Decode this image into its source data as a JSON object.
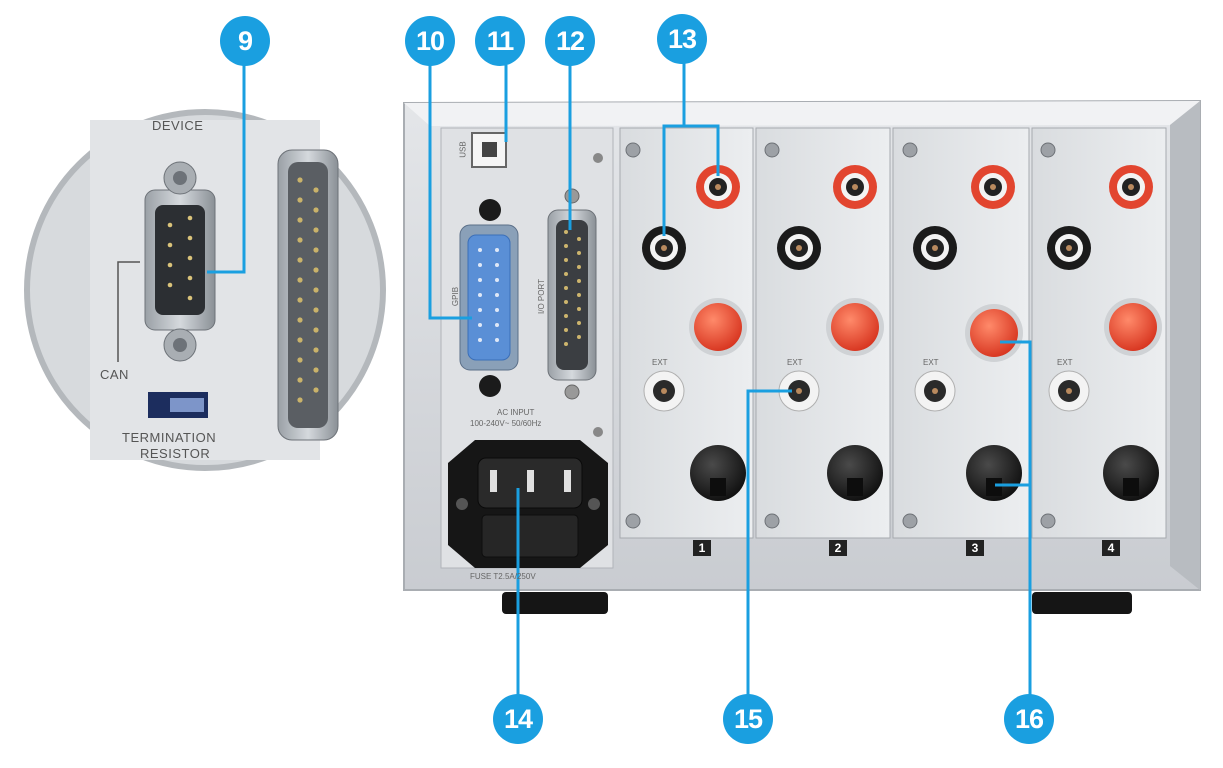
{
  "callouts": {
    "c9": "9",
    "c10": "10",
    "c11": "11",
    "c12": "12",
    "c13": "13",
    "c14": "14",
    "c15": "15",
    "c16": "16"
  },
  "labels": {
    "device": "DEVICE",
    "can": "CAN",
    "termination_line1": "TERMINATION",
    "termination_line2": "RESISTOR",
    "usb": "USB",
    "gpib": "GPIB",
    "io_port": "I/O PORT",
    "ac_input_line1": "AC INPUT",
    "ac_input_line2": "100-240V~ 50/60Hz",
    "fuse": "FUSE T2.5A/250V",
    "ext": "EXT"
  },
  "channels": [
    "1",
    "2",
    "3",
    "4"
  ],
  "colors": {
    "callout": "#1a9fe0",
    "panel": "#cfd3d8",
    "red_terminal": "#e2452f",
    "black_terminal": "#1b1b1b",
    "gpib_connector": "#5a8fd6"
  }
}
